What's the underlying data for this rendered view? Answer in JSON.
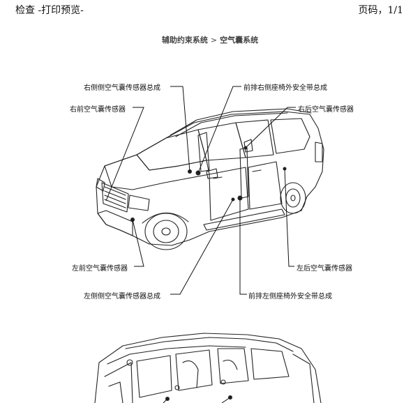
{
  "header": {
    "left_title": "检查 -打印预览-",
    "right_page": "页码，1/1"
  },
  "breadcrumb": {
    "section": "辅助约束系统",
    "separator": ">",
    "page": "空气囊系统"
  },
  "callouts": {
    "right_side_sensor": "右侧侧空气囊传感器总成",
    "right_front_sensor": "右前空气囊传感器",
    "front_right_seatbelt": "前排右侧座椅外安全带总成",
    "right_rear_sensor": "右后空气囊传感器",
    "left_front_sensor": "左前空气囊传感器",
    "left_rear_sensor": "左后空气囊传感器",
    "left_side_sensor": "左侧侧空气囊传感器总成",
    "front_left_seatbelt": "前排左侧座椅外安全带总成"
  }
}
